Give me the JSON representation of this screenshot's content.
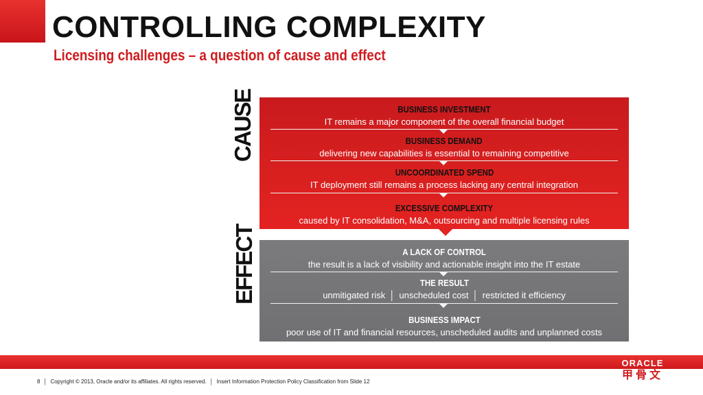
{
  "header": {
    "title": "CONTROLLING COMPLEXITY",
    "subtitle": "Licensing challenges – a question of cause and effect"
  },
  "labels": {
    "cause": "CAUSE",
    "effect": "EFFECT"
  },
  "cause_items": [
    {
      "heading": "BUSINESS INVESTMENT",
      "text": "IT remains a major component of the overall financial budget"
    },
    {
      "heading": "BUSINESS DEMAND",
      "text": "delivering new capabilities is essential to remaining competitive"
    },
    {
      "heading": "UNCOORDINATED SPEND",
      "text": "IT deployment still remains a process lacking any central integration"
    },
    {
      "heading": "EXCESSIVE COMPLEXITY",
      "text": "caused by IT consolidation, M&A, outsourcing and multiple licensing rules"
    }
  ],
  "effect_items": [
    {
      "heading": "A LACK OF CONTROL",
      "text": "the result is a lack of visibility and actionable insight into the IT estate"
    },
    {
      "heading": "THE RESULT",
      "parts": [
        "unmitigated risk",
        "unscheduled cost",
        "restricted it efficiency"
      ],
      "separator": "│"
    },
    {
      "heading": "BUSINESS IMPACT",
      "text": "poor use of IT and financial resources, unscheduled audits and unplanned costs"
    }
  ],
  "footer": {
    "page_number": "8",
    "separator": "│",
    "copyright": "Copyright © 2013, Oracle and/or its affiliates. All rights reserved.",
    "classification": "Insert Information Protection Policy Classification from Slide 12"
  },
  "logo": {
    "brand": "ORACLE",
    "chinese": "甲骨文"
  },
  "colors": {
    "accent_red": "#d01c1f",
    "effect_grey": "#757578"
  }
}
